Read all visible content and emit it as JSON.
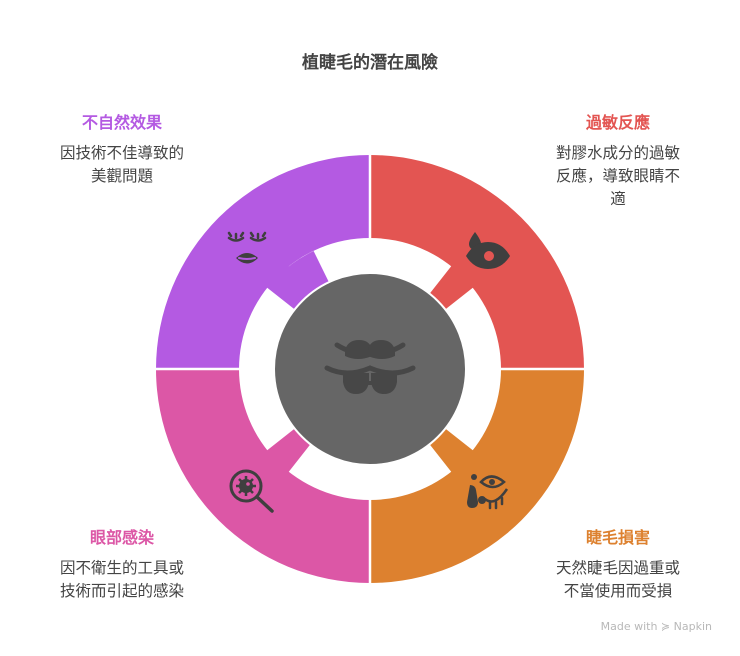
{
  "title": "植睫毛的潛在風險",
  "center": {
    "icon": "eyelash-extension-icon",
    "color": "#666666"
  },
  "segments": [
    {
      "position": "top-left",
      "heading": "不自然效果",
      "desc_lines": [
        "因技術不佳導致的",
        "美觀問題"
      ],
      "color": "#b45ae2",
      "icon": "closed-eyes-lips-icon"
    },
    {
      "position": "top-right",
      "heading": "過敏反應",
      "desc_lines": [
        "對膠水成分的過敏",
        "反應，導致眼睛不",
        "適"
      ],
      "color": "#e35552",
      "icon": "eye-drop-icon"
    },
    {
      "position": "bottom-left",
      "heading": "眼部感染",
      "desc_lines": [
        "因不衛生的工具或",
        "技術而引起的感染"
      ],
      "color": "#dc57a6",
      "icon": "germ-magnifier-icon"
    },
    {
      "position": "bottom-right",
      "heading": "睫毛損害",
      "desc_lines": [
        "天然睫毛因過重或",
        "不當使用而受損"
      ],
      "color": "#dd812f",
      "icon": "eye-lash-damage-icon"
    }
  ],
  "watermark": "Made with ≽ Napkin"
}
